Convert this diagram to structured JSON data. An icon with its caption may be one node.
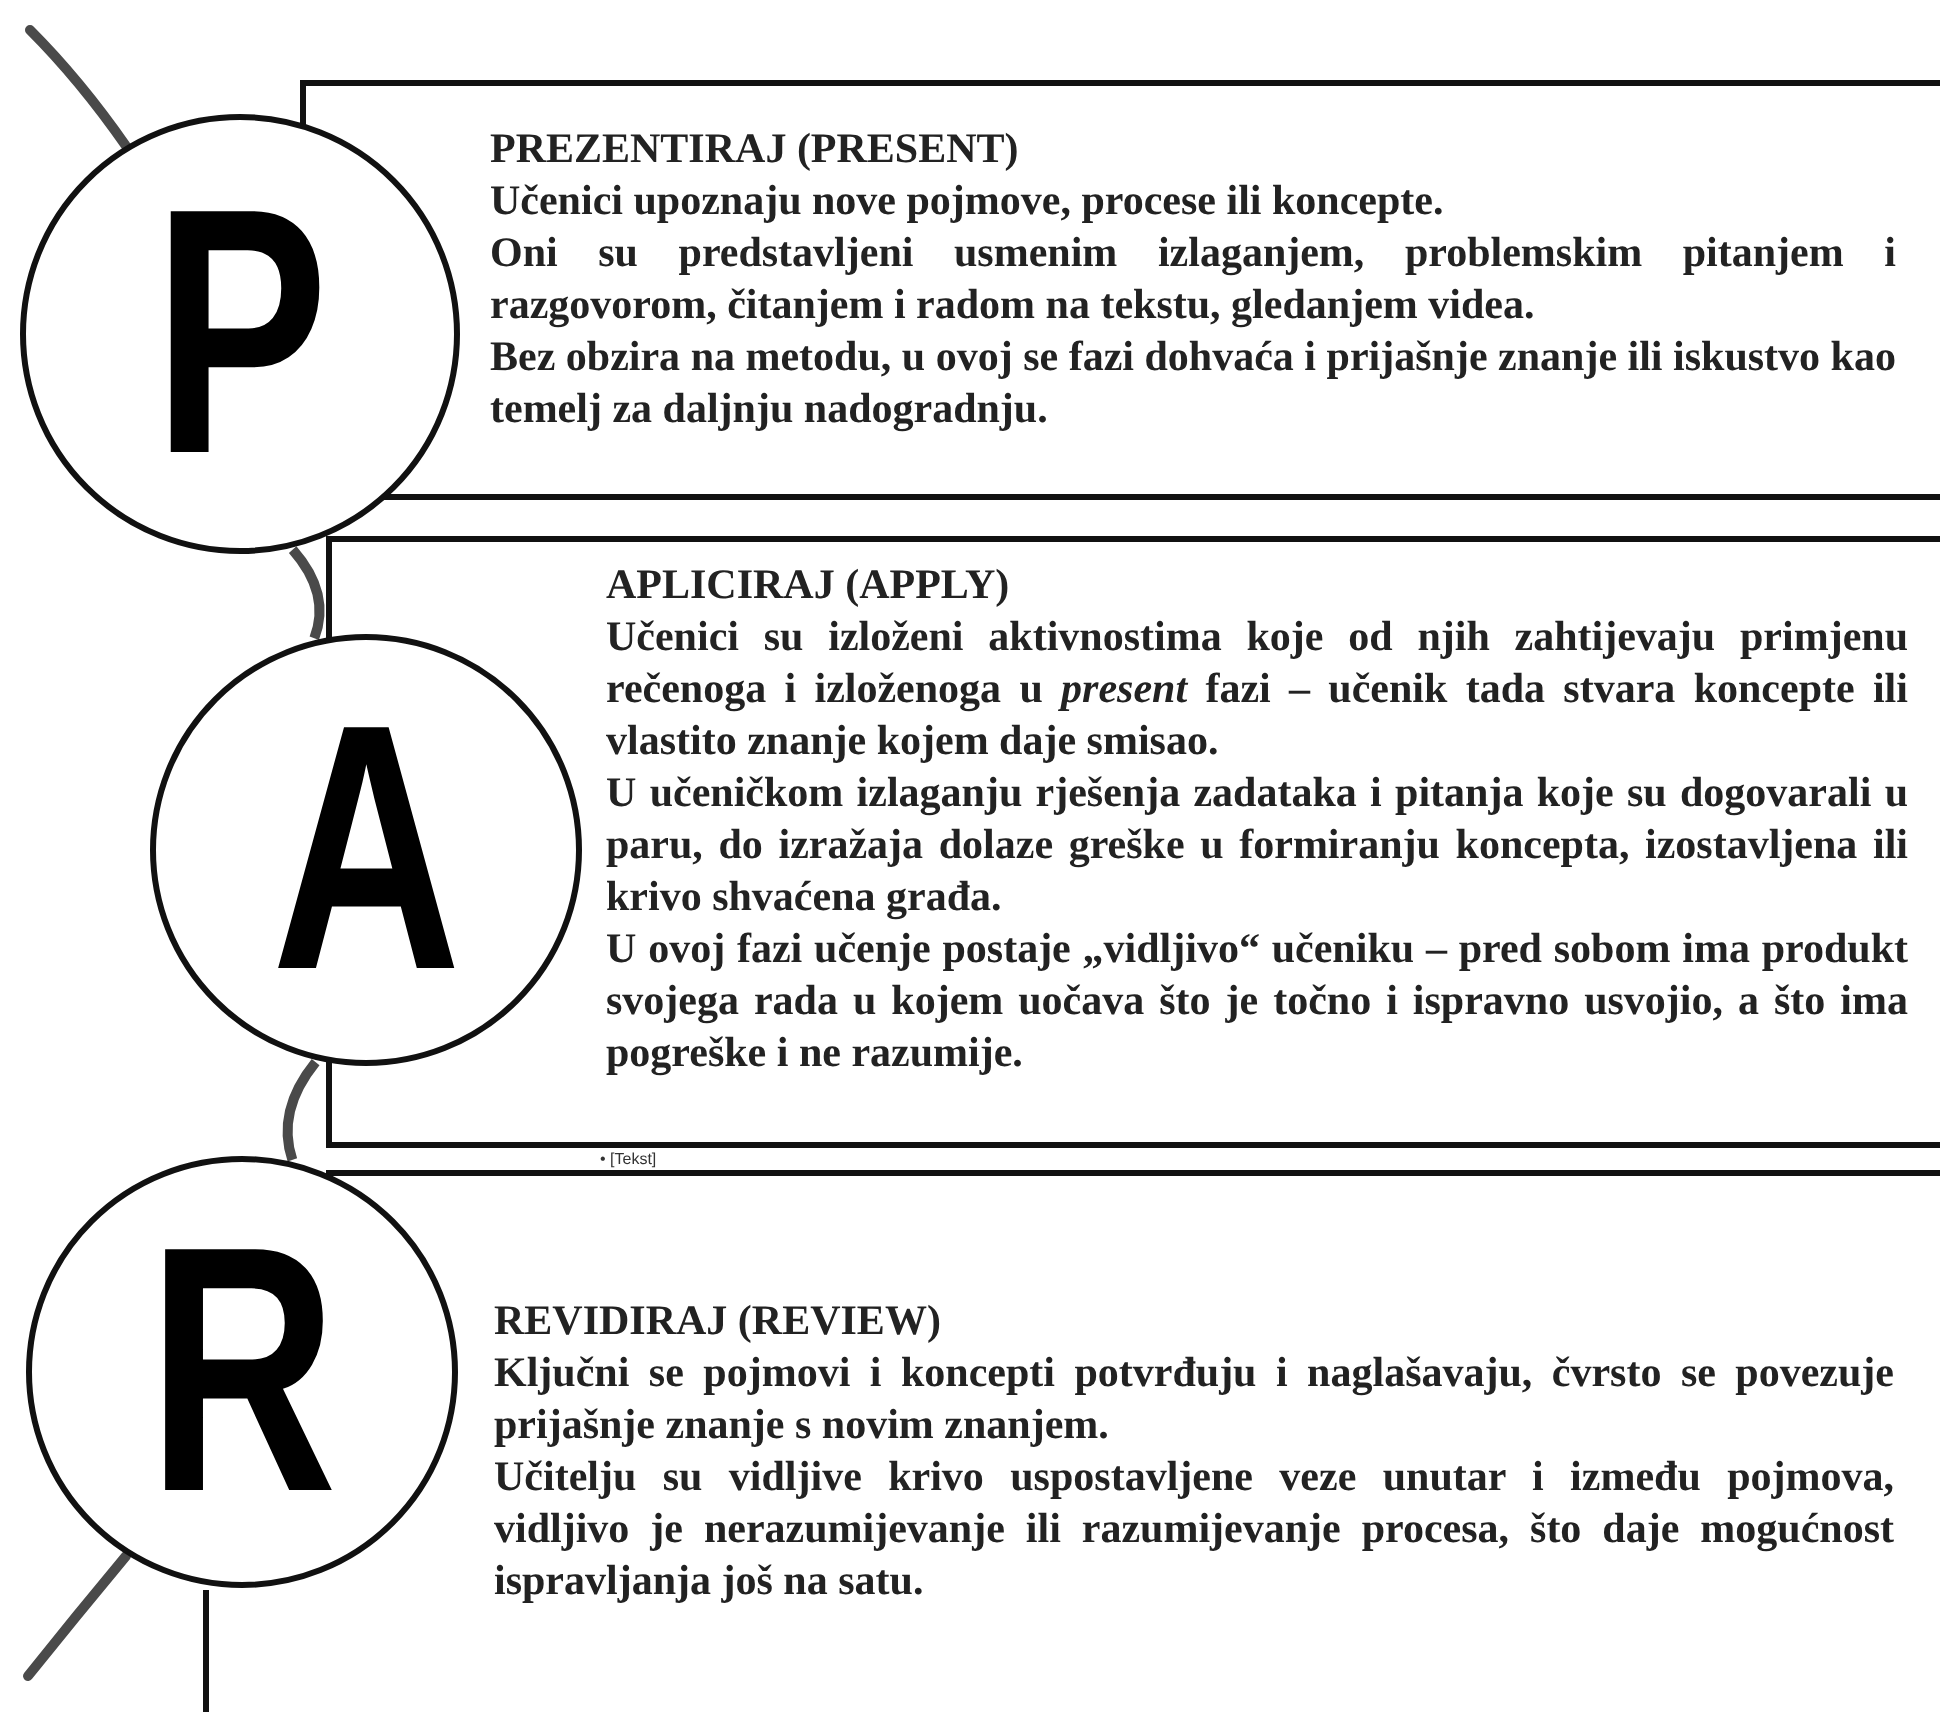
{
  "diagram": {
    "nodes": [
      {
        "text": [
          "P"
        ]
      },
      {
        "text": [
          "PREZENTIRAJ (PRESENT)",
          "Učenici upoznaju nove pojmove, procese ili koncepte.",
          "Oni su predstavljeni usmenim izlaganjem, problemskim pitanjem i razgovorom, čitanjem i radom na tekstu, gledanjem videa.",
          "Bez obzira na metodu, u ovoj se fazi dohvaća i prijašnje znanje ili iskustvo kao temelj za daljnju nadogradnju."
        ]
      },
      {
        "text": [
          "A"
        ]
      },
      {
        "beside": [
          "• [Tekst]"
        ],
        "text": [
          "APLICIRAJ (APPLY)",
          "Učenici su izloženi aktivnostima koje od njih zahtijevaju primjenu rečenoga i izloženoga u *present* fazi – učenik tada stvara koncepte ili vlastito znanje kojem daje smisao.",
          "U učeničkom izlaganju rješenja zadataka i pitanja koje su dogovarali u paru, do izražaja dolaze greške u formiranju koncepta, izostavljena ili krivo shvaćena građa.",
          "U ovoj fazi učenje postaje „vidljivo“ učeniku – pred sobom ima produkt svojega rada u kojem uočava što je točno i ispravno usvojio, a što ima pogreške i ne razumije."
        ]
      },
      {
        "text": [
          "R"
        ],
        "beside": [
          "REVIDIRAJ (REVIEW)",
          "Ključni se pojmovi i koncepti potvrđuju i naglašavaju, čvrsto se povezuje prijašnje znanje s novim znanjem.",
          "Učitelju su vidljive krivo uspostavljene veze unutar i između pojmova, vidljivo je nerazumijevanje ili razumijevanje procesa, što daje mogućnost ispravljanja još na satu."
        ]
      }
    ],
    "edges": [
      {
        "from": 0,
        "to": 2,
        "arrow": "none"
      },
      {
        "from": 2,
        "to": 4,
        "arrow": "none"
      }
    ]
  }
}
